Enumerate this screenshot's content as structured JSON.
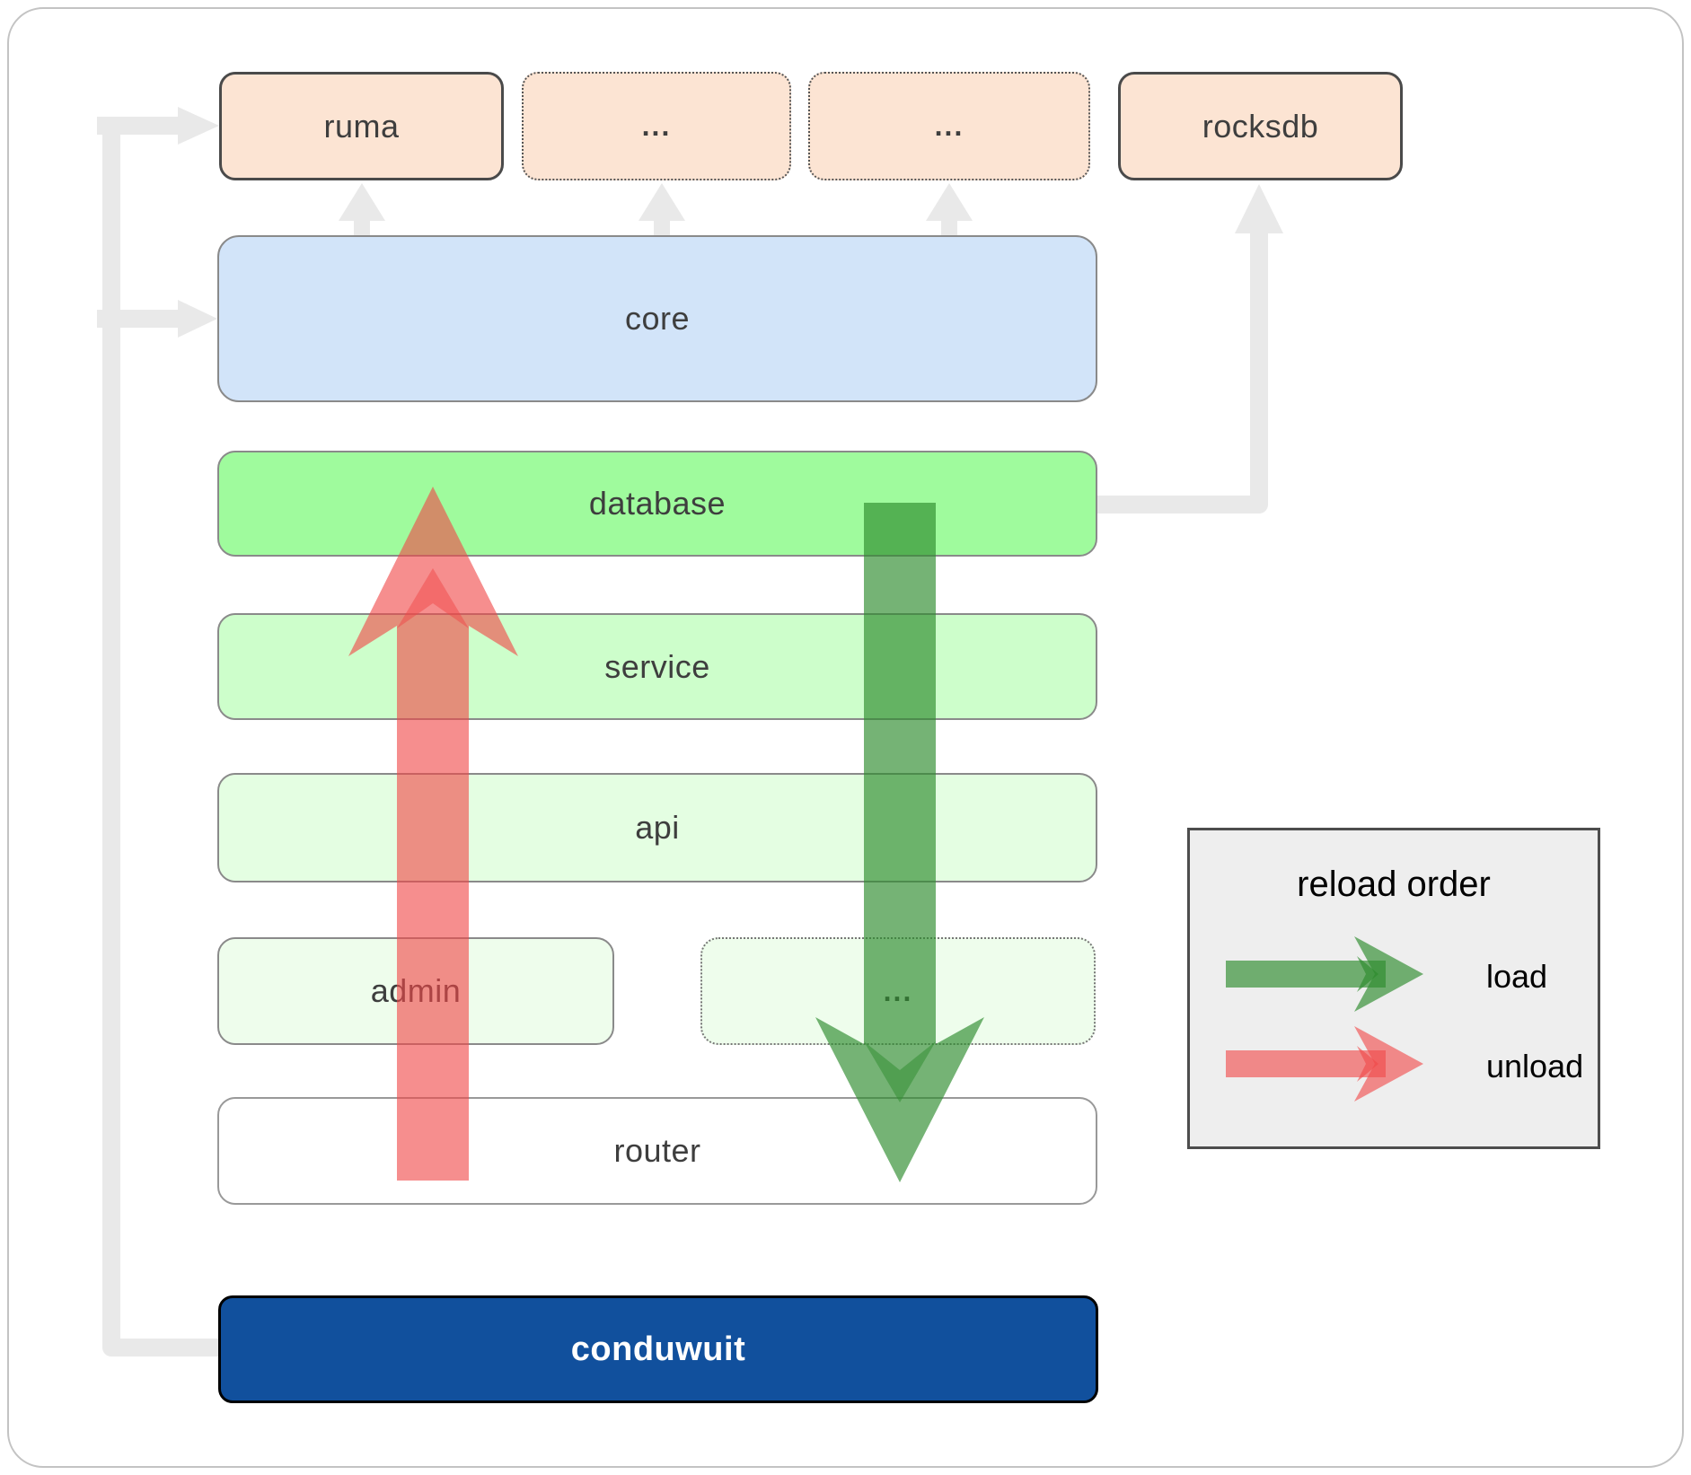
{
  "diagram": {
    "top_row": {
      "ruma": "ruma",
      "more1": "...",
      "more2": "...",
      "rocksdb": "rocksdb"
    },
    "layers": {
      "core": "core",
      "database": "database",
      "service": "service",
      "api": "api",
      "admin": "admin",
      "more": "...",
      "router": "router",
      "conduwuit": "conduwuit"
    }
  },
  "legend": {
    "title": "reload order",
    "load_label": "load",
    "unload_label": "unload"
  },
  "colors": {
    "frame_border": "#c3c3c3",
    "peach_fill": "#fce4d3",
    "peach_border": "#4a4a4a",
    "core_fill": "#d2e4f9",
    "box_border": "#8a8a8a",
    "database_fill": "#9ffb9d",
    "service_fill": "#cdfecb",
    "api_fill": "#e4fee2",
    "admin_fill": "#eefdec",
    "router_fill": "#ffffff",
    "conduwuit_fill": "#11509d",
    "conduwuit_text": "#ffffff",
    "label": "#3e3e3e",
    "connector": "#e9e9e9",
    "load_green": "#2d8c2d",
    "unload_red": "#f04848",
    "legend_bg": "#eeeeee",
    "legend_border": "#4d4d4d"
  }
}
